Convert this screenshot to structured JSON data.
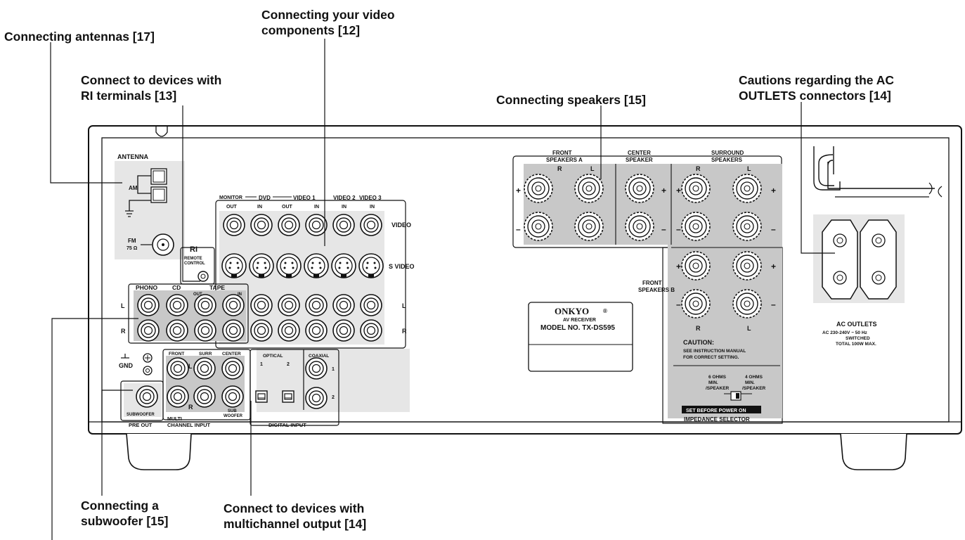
{
  "callouts": {
    "antennas": "Connecting antennas [17]",
    "ri_line1": "Connect to devices with",
    "ri_line2": "RI terminals [13]",
    "video_line1": "Connecting your video",
    "video_line2": "components [12]",
    "speakers": "Connecting speakers [15]",
    "ac_line1": "Cautions regarding the AC",
    "ac_line2": "OUTLETS connectors [14]",
    "sub_line1": "Connecting a",
    "sub_line2": "subwoofer [15]",
    "multi_line1": "Connect to devices with",
    "multi_line2": "multichannel output [14]"
  },
  "panel": {
    "antenna": "ANTENNA",
    "am": "AM",
    "fm": "FM",
    "fm_ohm": "75 Ω",
    "ri_logo": "RI",
    "remote1": "REMOTE",
    "remote2": "CONTROL",
    "monitor": "MONITOR",
    "out": "OUT",
    "in": "IN",
    "dvd": "DVD",
    "video1": "VIDEO 1",
    "video2": "VIDEO 2",
    "video3": "VIDEO 3",
    "video": "VIDEO",
    "svideo": "S VIDEO",
    "L": "L",
    "R": "R",
    "phono": "PHONO",
    "cd": "CD",
    "tape": "TAPE",
    "gnd": "GND",
    "front": "FRONT",
    "surr": "SURR",
    "center": "CENTER",
    "subwoofer": "SUBWOOFER",
    "sub": "SUB",
    "woofer": "WOOFER",
    "multi": "MULTI",
    "pre_out": "PRE OUT",
    "channel_input": "CHANNEL INPUT",
    "optical": "OPTICAL",
    "coaxial": "COAXIAL",
    "one": "1",
    "two": "2",
    "digital_input": "DIGITAL INPUT",
    "front_speakers": "FRONT",
    "speakers_a": "SPEAKERS A",
    "center_speaker1": "CENTER",
    "center_speaker2": "SPEAKER",
    "surround1": "SURROUND",
    "surround2": "SPEAKERS",
    "speakers_b": "SPEAKERS B",
    "plus": "+",
    "minus": "–",
    "caution": "CAUTION:",
    "caution1": "SEE INSTRUCTION MANUAL",
    "caution2": "FOR CORRECT SETTING.",
    "ohm6_1": "6 OHMS",
    "ohm6_2": "MIN.",
    "ohm6_3": "/SPEAKER",
    "ohm4_1": "4 OHMS",
    "ohm4_2": "MIN.",
    "ohm4_3": "/SPEAKER",
    "set_before": "SET BEFORE POWER ON",
    "impedance": "IMPEDANCE SELECTOR",
    "brand": "ONKYO",
    "brand_mark": "®",
    "av_receiver": "AV RECEIVER",
    "model": "MODEL NO. TX-DS595",
    "ac_outlets": "AC OUTLETS",
    "ac_spec1": "AC 230-240V ~ 50 Hz",
    "ac_spec2": "SWITCHED",
    "ac_spec3": "TOTAL 100W MAX."
  }
}
